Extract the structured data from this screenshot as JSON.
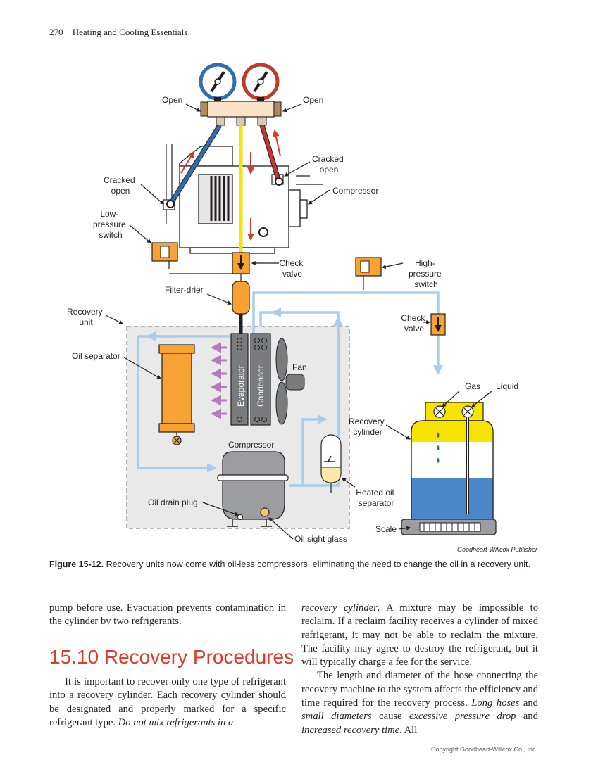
{
  "header": {
    "page_number": "270",
    "running_title": "Heating and Cooling Essentials"
  },
  "figure": {
    "labels": {
      "open_left": "Open",
      "open_right": "Open",
      "cracked_open_left": [
        "Cracked",
        "open"
      ],
      "cracked_open_right": [
        "Cracked",
        "open"
      ],
      "compressor_top": "Compressor",
      "low_pressure_switch": [
        "Low-",
        "pressure",
        "switch"
      ],
      "check_valve_top": [
        "Check",
        "valve"
      ],
      "high_pressure_switch": [
        "High-",
        "pressure",
        "switch"
      ],
      "filter_drier": "Filter-drier",
      "recovery_unit": [
        "Recovery",
        "unit"
      ],
      "check_valve_right": [
        "Check",
        "valve"
      ],
      "oil_separator": "Oil separator",
      "fan": "Fan",
      "evaporator": "Evaporator",
      "condenser": "Condenser",
      "gas": "Gas",
      "liquid": "Liquid",
      "recovery_cylinder": [
        "Recovery",
        "cylinder"
      ],
      "compressor_bottom": "Compressor",
      "heated_oil_separator": [
        "Heated oil",
        "separator"
      ],
      "oil_drain_plug": "Oil drain plug",
      "scale": "Scale",
      "oil_sight_glass": "Oil sight glass"
    },
    "colors": {
      "blue_gauge": "#2e6db4",
      "red_gauge": "#c0392b",
      "orange": "#f7a233",
      "yellow_line": "#f5e400",
      "light_blue_line": "#a9cdea",
      "purple_arrow": "#b57bbf",
      "cylinder_yellow": "#f7e200",
      "cylinder_blue": "#4a86c8",
      "gray_coil": "#7a7b7d"
    }
  },
  "credit": "Goodheart-Willcox Publisher",
  "caption": {
    "label": "Figure 15-12.",
    "text": " Recovery units now come with oil-less compressors, eliminating the need to change the oil in a recovery unit."
  },
  "body": {
    "left_top": "pump before use. Evacuation prevents contamination in the cylinder by two refrigerants.",
    "section_title": "15.10 Recovery Procedures",
    "left_para_a": "It is important to recover only one type of refrigerant into a recovery cylinder. Each recovery cylinder should be designated and properly marked for a specific refrigerant type. ",
    "left_para_italic": "Do not mix refrigerants in a",
    "right_italic_1": "recovery cylinder",
    "right_para_1": ". A mixture may be impossible to reclaim. If a reclaim facility receives a cylinder of mixed refrigerant, it may not be able to reclaim the mixture. The facility may agree to destroy the refrigerant, but it will typically charge a fee for the service.",
    "right_para_2a": "The length and diameter of the hose connecting the recovery machine to the system affects the efficiency and time required for the recovery process. ",
    "right_italic_2": "Long hoses",
    "right_para_2b": " and ",
    "right_italic_3": "small diameters",
    "right_para_2c": " cause ",
    "right_italic_4": "excessive pressure drop",
    "right_para_2d": " and ",
    "right_italic_5": "increased recovery time",
    "right_para_2e": ". All"
  },
  "copyright": "Copyright Goodheart-Willcox Co., Inc."
}
